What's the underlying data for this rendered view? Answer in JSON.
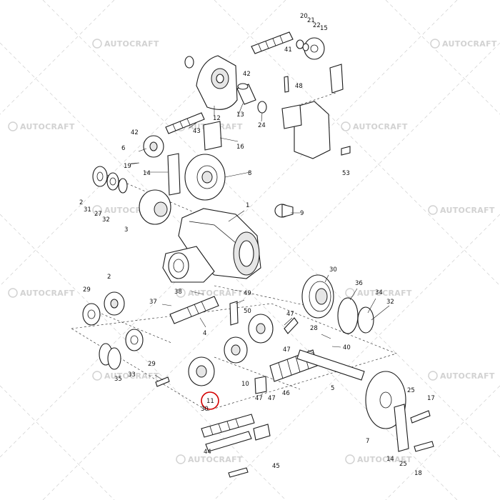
{
  "watermark": {
    "text": "AUTOCRAFT"
  },
  "highlight": {
    "label": "11",
    "color": "#d40000"
  },
  "labels": {
    "l1": "1",
    "l2a": "2",
    "l2b": "2",
    "l3": "3",
    "l4": "4",
    "l5": "5",
    "l6": "6",
    "l7": "7",
    "l8": "8",
    "l9": "9",
    "l10": "10",
    "l12": "12",
    "l13": "13",
    "l14a": "14",
    "l14b": "14",
    "l15": "15",
    "l16": "16",
    "l17": "17",
    "l18": "18",
    "l19": "19",
    "l20": "20",
    "l21": "21",
    "l22": "22",
    "l24": "24",
    "l25a": "25",
    "l25b": "25",
    "l27": "27",
    "l28": "28",
    "l29a": "29",
    "l29b": "29",
    "l30a": "30",
    "l30b": "30",
    "l31": "31",
    "l32a": "32",
    "l32b": "32",
    "l33": "33",
    "l34": "34",
    "l35": "35",
    "l36": "36",
    "l37": "37",
    "l38": "38",
    "l40": "40",
    "l41": "41",
    "l42a": "42",
    "l42b": "42",
    "l43": "43",
    "l44": "44",
    "l45": "45",
    "l46": "46",
    "l47a": "47",
    "l47b": "47",
    "l47c": "47",
    "l47d": "47",
    "l48": "48",
    "l49": "49",
    "l50": "50",
    "l53": "53"
  }
}
